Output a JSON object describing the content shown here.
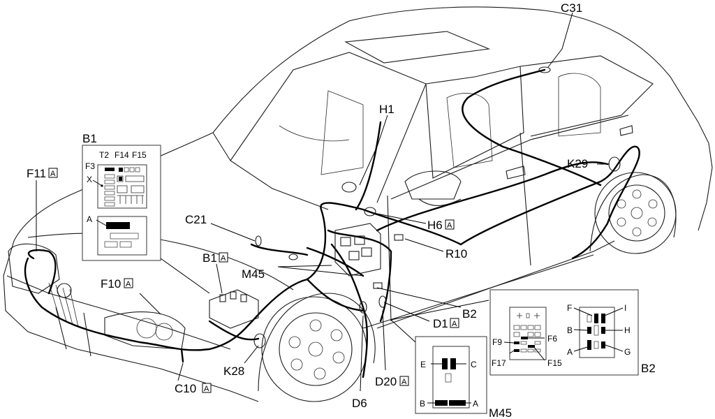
{
  "labels": {
    "c31": "C31",
    "h1": "H1",
    "b1_inset_title": "B1",
    "b1_t2": "T2",
    "b1_f14": "F14",
    "b1_f15": "F15",
    "b1_f3": "F3",
    "b1_x": "X",
    "b1_a": "A",
    "f11": "F11",
    "f11_tag": "A",
    "k29": "K29",
    "c21": "C21",
    "h6": "H6",
    "h6_tag": "A",
    "r10": "R10",
    "b1": "B1",
    "b1_tag": "A",
    "m45": "M45",
    "f10": "F10",
    "f10_tag": "A",
    "b2": "B2",
    "d1": "D1",
    "d1_tag": "A",
    "k28": "K28",
    "c10": "C10",
    "c10_tag": "A",
    "d20": "D20",
    "d20_tag": "A",
    "d6": "D6",
    "m45_inset_title": "M45",
    "m45_e": "E",
    "m45_c": "C",
    "m45_b": "B",
    "m45_a": "A",
    "b2_inset_title": "B2",
    "b2_f9": "F9",
    "b2_f6": "F6",
    "b2_f17": "F17",
    "b2_f15": "F15",
    "b2_f": "F",
    "b2_i": "I",
    "b2_b": "B",
    "b2_h": "H",
    "b2_a": "A",
    "b2_g": "G"
  }
}
